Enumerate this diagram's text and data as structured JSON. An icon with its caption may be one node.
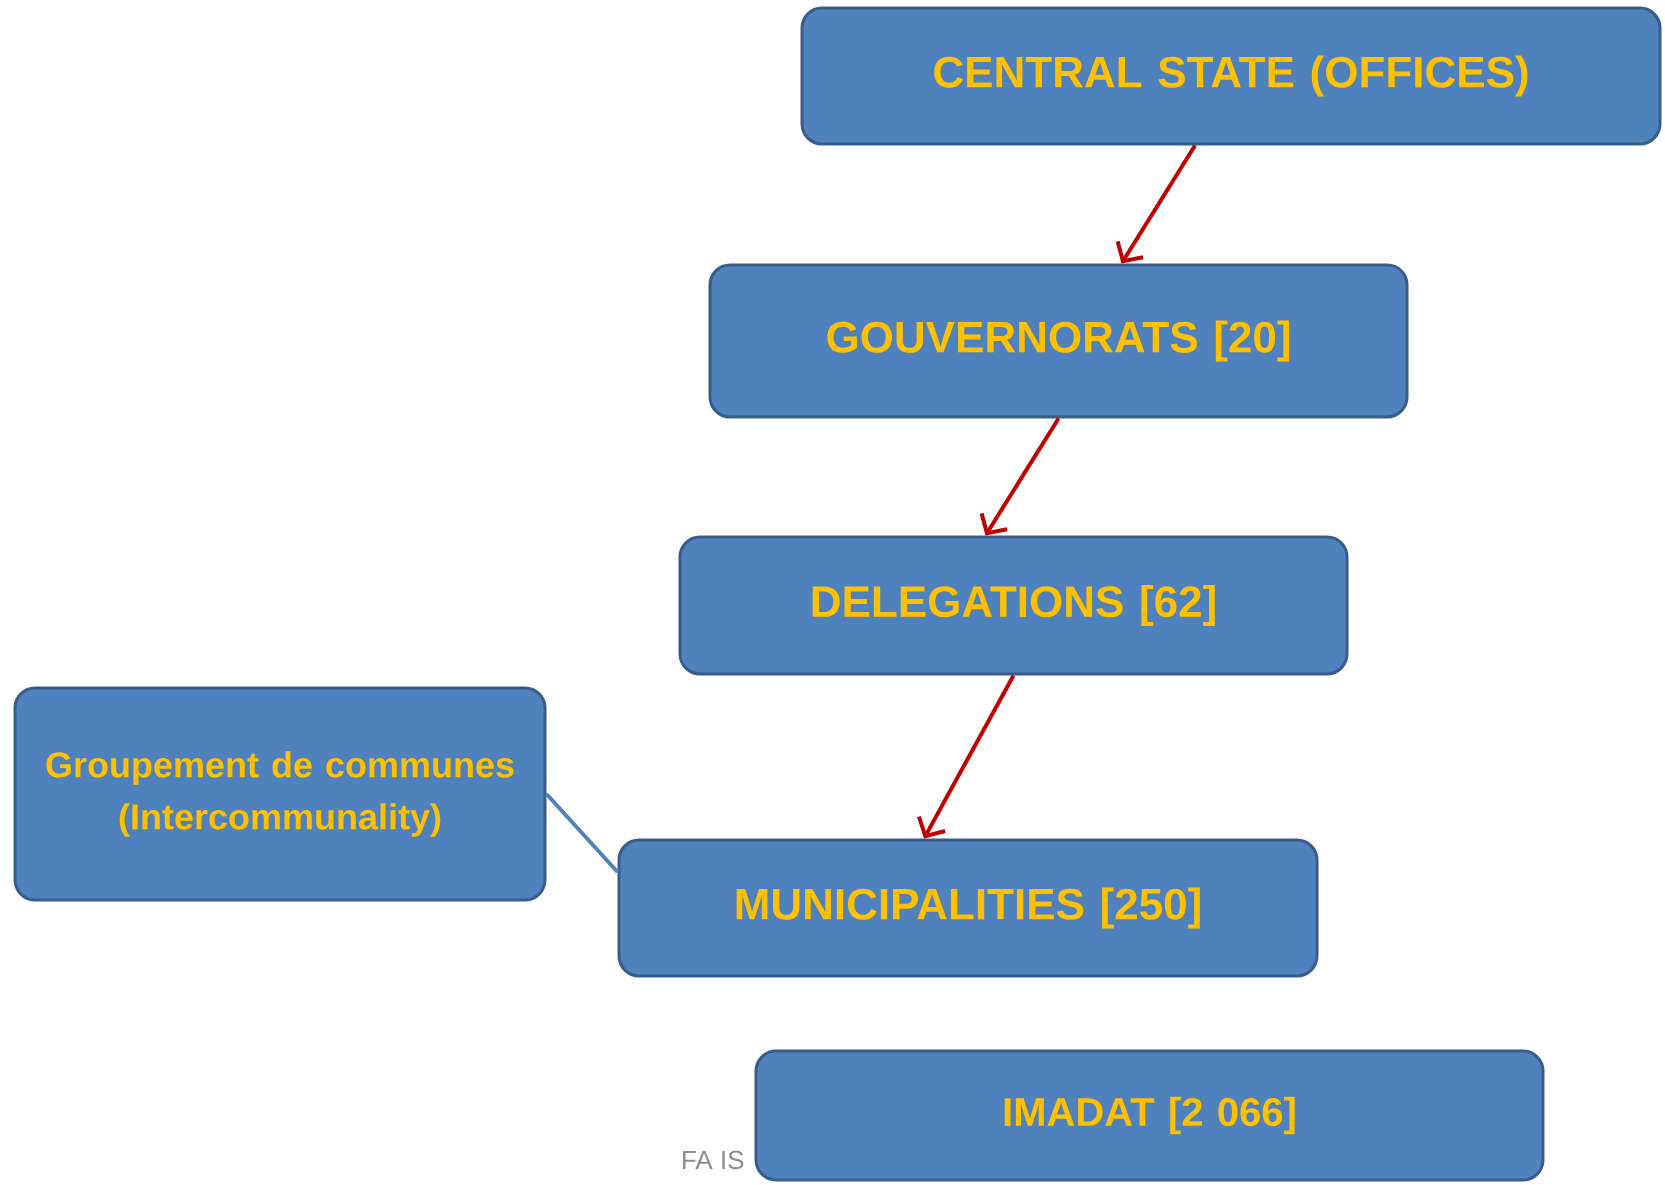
{
  "diagram": {
    "nodes": [
      {
        "text": [
          "CENTRAL STATE (OFFICES)"
        ]
      },
      {
        "text": [
          "GOUVERNORATS [20]"
        ]
      },
      {
        "text": [
          "DELEGATIONS [62]"
        ]
      },
      {
        "text": [
          "Groupement de communes (Intercommunality)"
        ]
      },
      {
        "text": [
          "MUNICIPALITIES [250]"
        ]
      },
      {
        "text": [
          "IMADAT [2 066]"
        ]
      }
    ],
    "edges": [
      {
        "from": 0,
        "to": 1,
        "arrow": "to"
      },
      {
        "from": 1,
        "to": 2,
        "arrow": "to"
      },
      {
        "from": 2,
        "to": 4,
        "arrow": "to"
      },
      {
        "from": 3,
        "to": 4,
        "arrow": "none",
        "color": "#4f81bd"
      }
    ],
    "labels": [
      "FA IS"
    ]
  }
}
